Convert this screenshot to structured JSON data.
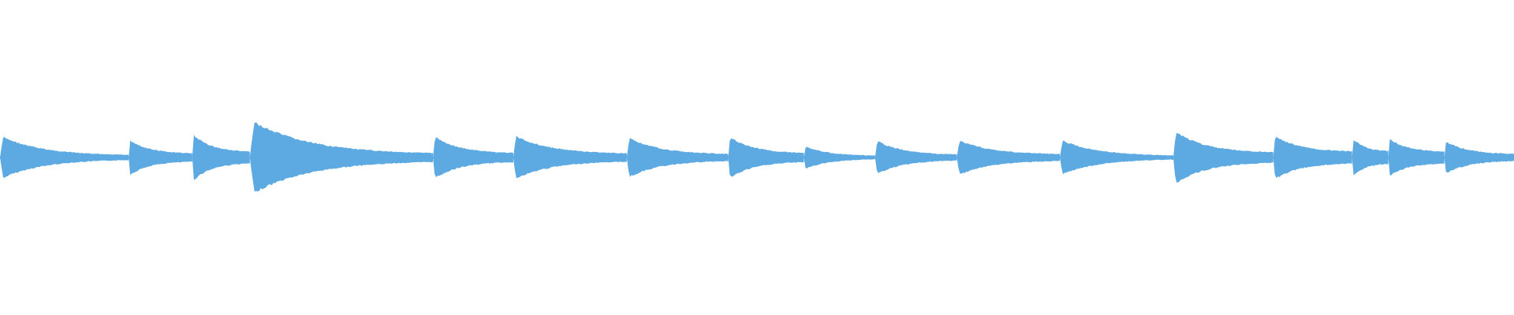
{
  "waveform": {
    "color": "#5DAAE2",
    "background": "#FFFFFF",
    "segments": [
      {
        "start": 0.0,
        "end": 0.085,
        "peak": 0.58,
        "tail": 0.08
      },
      {
        "start": 0.085,
        "end": 0.127,
        "peak": 0.48,
        "tail": 0.2
      },
      {
        "start": 0.127,
        "end": 0.165,
        "peak": 0.63,
        "tail": 0.22
      },
      {
        "start": 0.165,
        "end": 0.286,
        "peak": 1.0,
        "tail": 0.08
      },
      {
        "start": 0.286,
        "end": 0.339,
        "peak": 0.58,
        "tail": 0.18
      },
      {
        "start": 0.339,
        "end": 0.414,
        "peak": 0.6,
        "tail": 0.15
      },
      {
        "start": 0.414,
        "end": 0.481,
        "peak": 0.55,
        "tail": 0.14
      },
      {
        "start": 0.481,
        "end": 0.531,
        "peak": 0.58,
        "tail": 0.18
      },
      {
        "start": 0.531,
        "end": 0.578,
        "peak": 0.32,
        "tail": 0.12
      },
      {
        "start": 0.578,
        "end": 0.632,
        "peak": 0.47,
        "tail": 0.14
      },
      {
        "start": 0.632,
        "end": 0.7,
        "peak": 0.48,
        "tail": 0.16
      },
      {
        "start": 0.7,
        "end": 0.775,
        "peak": 0.48,
        "tail": 0.08
      },
      {
        "start": 0.775,
        "end": 0.841,
        "peak": 0.72,
        "tail": 0.16
      },
      {
        "start": 0.841,
        "end": 0.893,
        "peak": 0.6,
        "tail": 0.24
      },
      {
        "start": 0.893,
        "end": 0.917,
        "peak": 0.53,
        "tail": 0.3
      },
      {
        "start": 0.917,
        "end": 0.954,
        "peak": 0.52,
        "tail": 0.28
      },
      {
        "start": 0.954,
        "end": 1.0,
        "peak": 0.45,
        "tail": 0.18
      }
    ]
  }
}
